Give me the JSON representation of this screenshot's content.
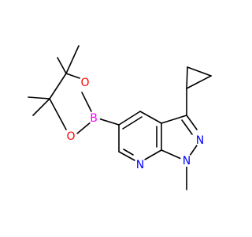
{
  "structure": {
    "atoms": {
      "boron": {
        "text": "B",
        "color": "#ff00ff"
      },
      "oxygen_top": {
        "text": "O",
        "color": "#ff0000"
      },
      "oxygen_bottom": {
        "text": "O",
        "color": "#ff0000"
      },
      "nitrogen_pyridine": {
        "text": "N",
        "color": "#0000ff"
      },
      "nitrogen_pyrazole_n1": {
        "text": "N",
        "color": "#0000ff"
      },
      "nitrogen_pyrazole_n2": {
        "text": "N",
        "color": "#0000ff"
      }
    },
    "bond_color": "#000000"
  }
}
